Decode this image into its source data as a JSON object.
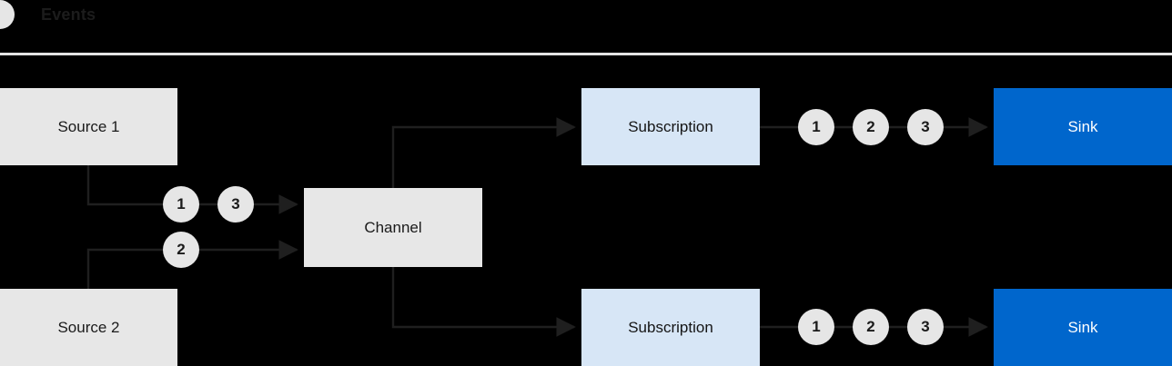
{
  "legend": {
    "dot_icon": "event-dot-icon",
    "label": "Events"
  },
  "diagram": {
    "title": "Events",
    "colors": {
      "background": "#000000",
      "node_grey": "#E7E7E7",
      "node_blue_light": "#D7E6F6",
      "node_blue_solid": "#0066CC",
      "token": "#E6E6E6",
      "wire": "#1F1F1F",
      "divider": "#E4E4E4",
      "text_dark": "#1A1A1A",
      "text_light": "#FFFFFF"
    },
    "nodes": {
      "source_1": "Source 1",
      "source_2": "Source 2",
      "channel": "Channel",
      "subscription_top": "Subscription",
      "subscription_bottom": "Subscription",
      "sink_top": "Sink",
      "sink_bottom": "Sink"
    },
    "tokens": {
      "left_upper": [
        "1",
        "3"
      ],
      "left_lower": [
        "2"
      ],
      "top_right": [
        "1",
        "2",
        "3"
      ],
      "bottom_right": [
        "1",
        "2",
        "3"
      ]
    }
  }
}
